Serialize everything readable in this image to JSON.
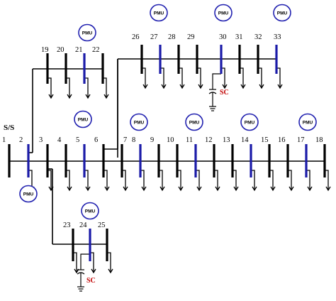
{
  "diagram": {
    "substation_label": "S/S",
    "pmu_label": "PMU",
    "capacitor_label": "SC",
    "buses": [
      {
        "n": "1",
        "pmu": false
      },
      {
        "n": "2",
        "pmu": true
      },
      {
        "n": "3",
        "pmu": false
      },
      {
        "n": "4",
        "pmu": false
      },
      {
        "n": "5",
        "pmu": true
      },
      {
        "n": "6",
        "pmu": false
      },
      {
        "n": "7",
        "pmu": false
      },
      {
        "n": "8",
        "pmu": true
      },
      {
        "n": "9",
        "pmu": false
      },
      {
        "n": "10",
        "pmu": false
      },
      {
        "n": "11",
        "pmu": true
      },
      {
        "n": "12",
        "pmu": false
      },
      {
        "n": "13",
        "pmu": false
      },
      {
        "n": "14",
        "pmu": true
      },
      {
        "n": "15",
        "pmu": false
      },
      {
        "n": "16",
        "pmu": false
      },
      {
        "n": "17",
        "pmu": true
      },
      {
        "n": "18",
        "pmu": false
      },
      {
        "n": "19",
        "pmu": false
      },
      {
        "n": "20",
        "pmu": false
      },
      {
        "n": "21",
        "pmu": true
      },
      {
        "n": "22",
        "pmu": false
      },
      {
        "n": "23",
        "pmu": false
      },
      {
        "n": "24",
        "pmu": true
      },
      {
        "n": "25",
        "pmu": false
      },
      {
        "n": "26",
        "pmu": false
      },
      {
        "n": "27",
        "pmu": true
      },
      {
        "n": "28",
        "pmu": false
      },
      {
        "n": "29",
        "pmu": false
      },
      {
        "n": "30",
        "pmu": true
      },
      {
        "n": "31",
        "pmu": false
      },
      {
        "n": "32",
        "pmu": false
      },
      {
        "n": "33",
        "pmu": true
      }
    ],
    "capacitors": [
      {
        "at_bus": "30"
      },
      {
        "at_bus": "24"
      }
    ]
  }
}
